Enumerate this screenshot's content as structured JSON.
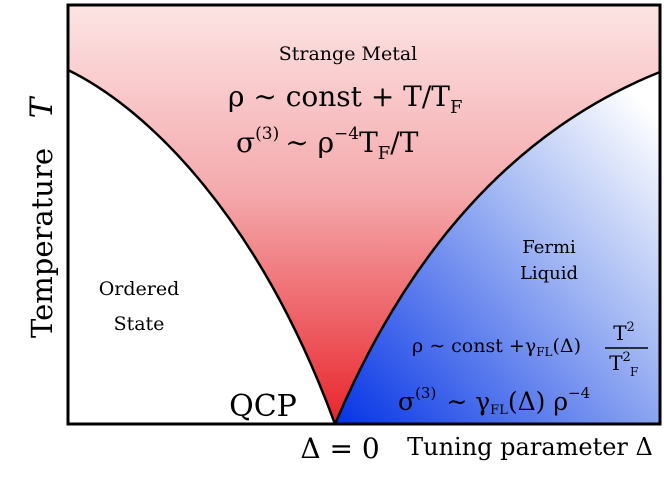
{
  "axes": {
    "y_label_word": "Temperature",
    "y_label_symbol": "T",
    "x_label": "Tuning parameter Δ",
    "origin_label": "Δ = 0"
  },
  "regions": {
    "strange_metal": {
      "title": "Strange Metal",
      "eq1": "ρ ∼ const + T/T",
      "eq1_sub": "F",
      "eq2_a": "σ",
      "eq2_sup": "(3)",
      "eq2_b": "∼ ρ",
      "eq2_sup2": "−4",
      "eq2_c": "T",
      "eq2_sub": "F",
      "eq2_d": "/T"
    },
    "ordered": {
      "line1": "Ordered",
      "line2": "State"
    },
    "fermi_liquid": {
      "line1": "Fermi",
      "line2": "Liquid",
      "eq1_left": "ρ ∼ const +γ",
      "eq1_sub": "FL",
      "eq1_mid": "(Δ)",
      "frac_num": "T",
      "frac_num_sup": "2",
      "frac_den": "T",
      "frac_den_sup": "2",
      "frac_den_sub": "F",
      "eq2_a": "σ",
      "eq2_sup": "(3)",
      "eq2_b": "∼ γ",
      "eq2_sub": "FL",
      "eq2_c": "(Δ) ρ",
      "eq2_sup2": "−4"
    },
    "qcp": "QCP"
  },
  "colors": {
    "strange_metal_top": "#fde4e4",
    "strange_metal_bottom": "#e8252b",
    "fermi_liquid_light": "#ffffff",
    "fermi_liquid_dark": "#0433e6"
  }
}
